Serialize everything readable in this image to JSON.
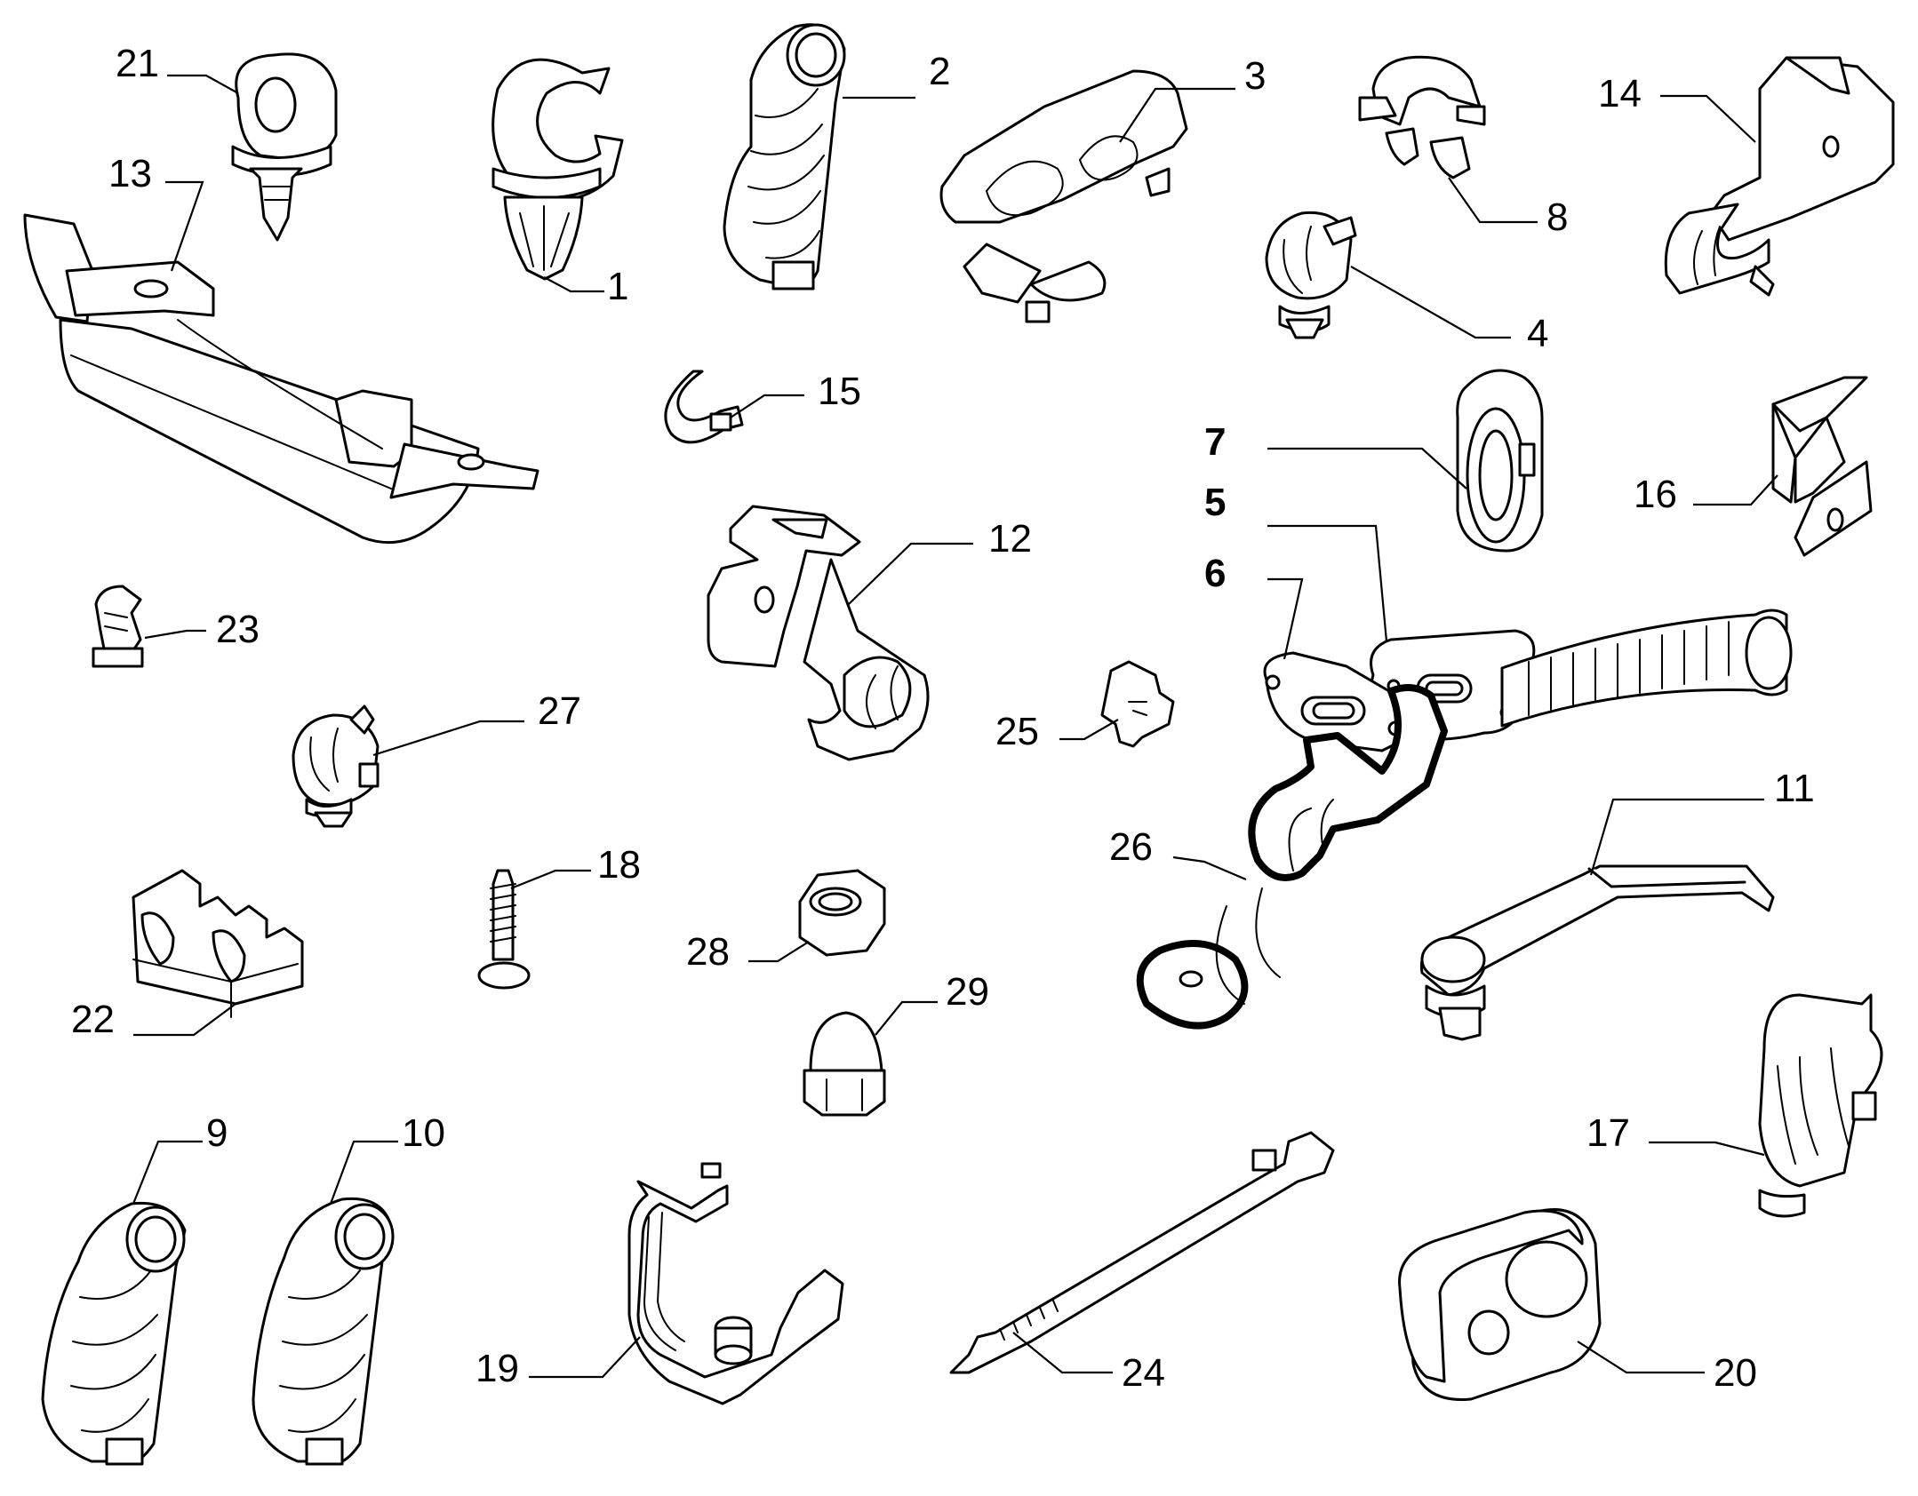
{
  "parts": [
    {
      "id": "1",
      "label": "1"
    },
    {
      "id": "2",
      "label": "2"
    },
    {
      "id": "3",
      "label": "3"
    },
    {
      "id": "4",
      "label": "4"
    },
    {
      "id": "5",
      "label": "5"
    },
    {
      "id": "6",
      "label": "6"
    },
    {
      "id": "7",
      "label": "7"
    },
    {
      "id": "8",
      "label": "8"
    },
    {
      "id": "9",
      "label": "9"
    },
    {
      "id": "10",
      "label": "10"
    },
    {
      "id": "11",
      "label": "11"
    },
    {
      "id": "12",
      "label": "12"
    },
    {
      "id": "13",
      "label": "13"
    },
    {
      "id": "14",
      "label": "14"
    },
    {
      "id": "15",
      "label": "15"
    },
    {
      "id": "16",
      "label": "16"
    },
    {
      "id": "17",
      "label": "17"
    },
    {
      "id": "18",
      "label": "18"
    },
    {
      "id": "19",
      "label": "19"
    },
    {
      "id": "20",
      "label": "20"
    },
    {
      "id": "21",
      "label": "21"
    },
    {
      "id": "22",
      "label": "22"
    },
    {
      "id": "23",
      "label": "23"
    },
    {
      "id": "24",
      "label": "24"
    },
    {
      "id": "25",
      "label": "25"
    },
    {
      "id": "26",
      "label": "26"
    },
    {
      "id": "27",
      "label": "27"
    },
    {
      "id": "28",
      "label": "28"
    },
    {
      "id": "29",
      "label": "29"
    }
  ]
}
